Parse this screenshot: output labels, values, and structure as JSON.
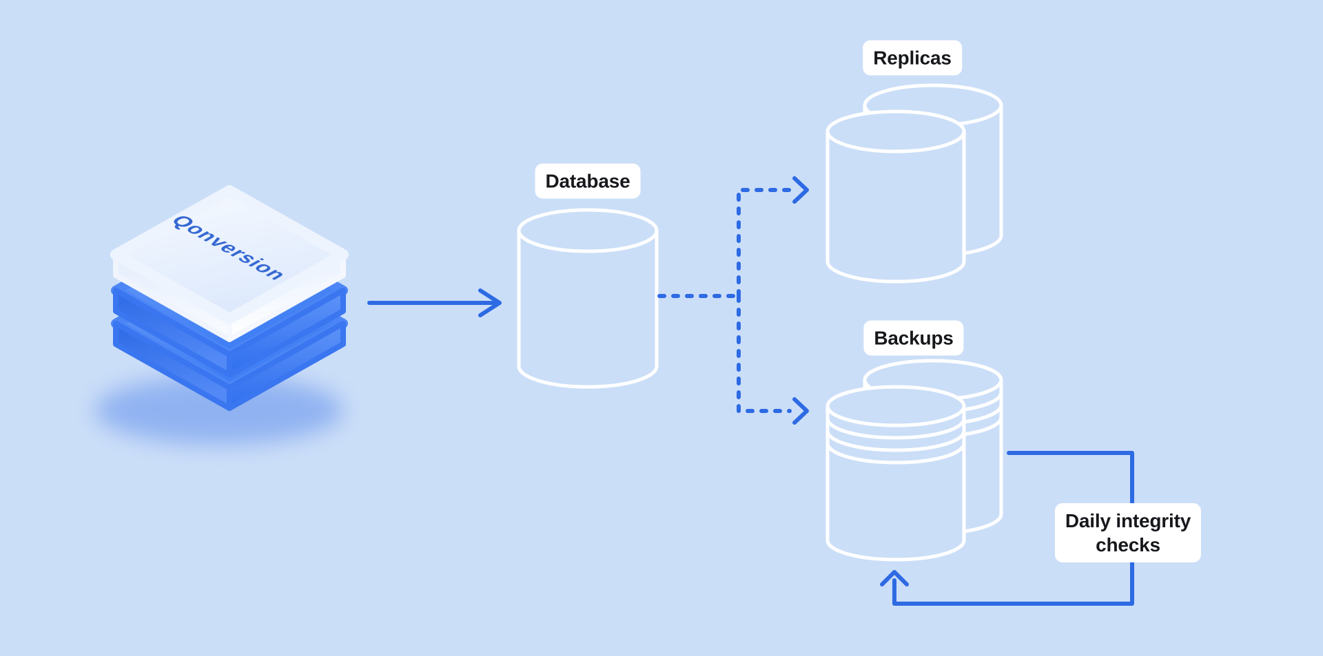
{
  "colors": {
    "background": "#cbdef8",
    "accent": "#2d6ae3",
    "shape_stroke": "#ffffff",
    "label_bg": "#ffffff",
    "label_text": "#17181c",
    "logo_text": "#3568d1"
  },
  "logo": {
    "brand": "Qonversion"
  },
  "labels": {
    "database": "Database",
    "replicas": "Replicas",
    "backups": "Backups",
    "annotation_line1": "Daily integrity",
    "annotation_line2": "checks"
  }
}
